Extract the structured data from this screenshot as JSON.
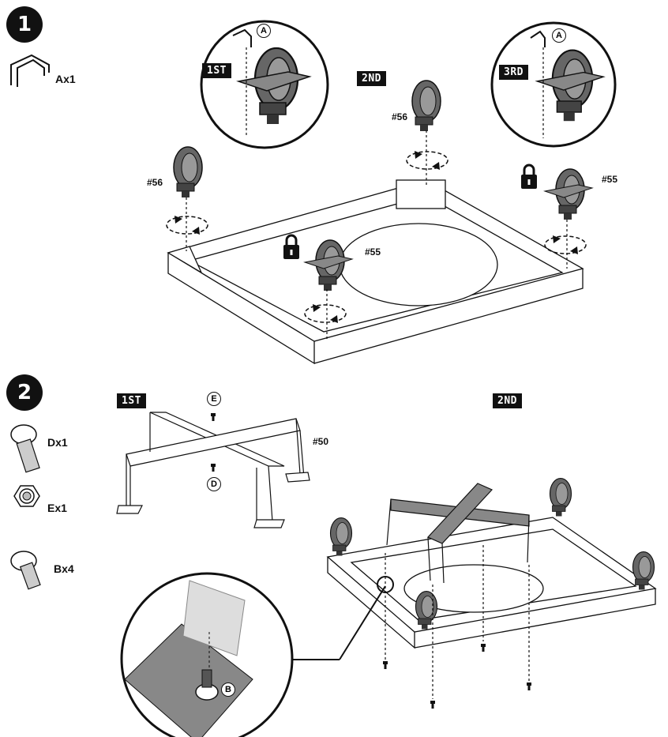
{
  "steps": [
    {
      "number": "1"
    },
    {
      "number": "2"
    }
  ],
  "step1": {
    "parts": [
      {
        "name": "Ax1"
      }
    ],
    "order_tags": [
      "1ST",
      "2ND",
      "3RD"
    ],
    "callout_letter": "A",
    "part_refs": {
      "caster_56_a": "#56",
      "caster_56_b": "#56",
      "caster_55_a": "#55",
      "caster_55_b": "#55"
    }
  },
  "step2": {
    "parts": [
      {
        "name": "Dx1"
      },
      {
        "name": "Ex1"
      },
      {
        "name": "Bx4"
      }
    ],
    "order_tags": [
      "1ST",
      "2ND"
    ],
    "callouts": {
      "e": "E",
      "d": "D",
      "b": "B"
    },
    "part_ref": "#50"
  },
  "icons": [
    "lock-icon",
    "bracket-wire-icon",
    "screw-icon",
    "nut-icon",
    "bolt-icon",
    "caster-icon"
  ]
}
